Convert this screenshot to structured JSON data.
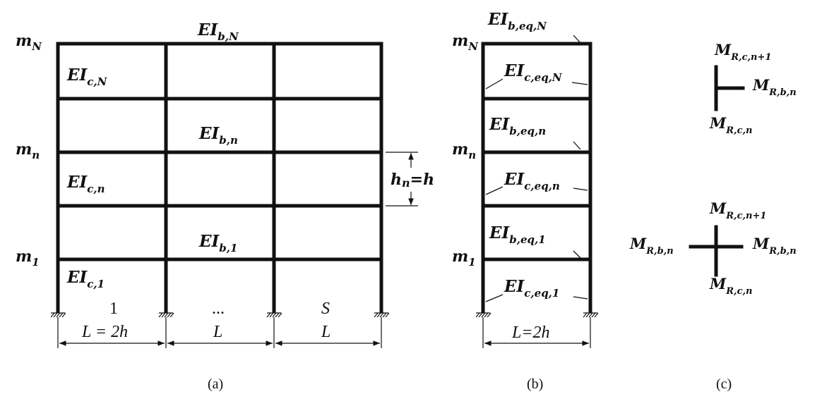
{
  "panel_a": {
    "masses": {
      "top": {
        "base": "m",
        "sub": "N"
      },
      "mid": {
        "base": "m",
        "sub": "n"
      },
      "bottom": {
        "base": "m",
        "sub": "1"
      }
    },
    "labels": {
      "beam_top": {
        "base": "EI",
        "sub": "b,N"
      },
      "col_top": {
        "base": "EI",
        "sub": "c,N"
      },
      "beam_mid": {
        "base": "EI",
        "sub": "b,n"
      },
      "col_mid": {
        "base": "EI",
        "sub": "c,n"
      },
      "beam_bottom": {
        "base": "EI",
        "sub": "b,1"
      },
      "col_bottom": {
        "base": "EI",
        "sub": "c,1"
      }
    },
    "storey_height": {
      "h": "h",
      "sub": "n",
      "rest": "=h"
    },
    "bays": [
      "1",
      "...",
      "S"
    ],
    "spans": [
      "L = 2h",
      "L",
      "L"
    ],
    "caption": "(a)"
  },
  "panel_b": {
    "masses": {
      "top": {
        "base": "m",
        "sub": "N"
      },
      "mid": {
        "base": "m",
        "sub": "n"
      },
      "bottom": {
        "base": "m",
        "sub": "1"
      }
    },
    "labels": {
      "beam_top": {
        "base": "EI",
        "sub": "b,eq,N"
      },
      "col_top": {
        "base": "EI",
        "sub": "c,eq,N"
      },
      "beam_mid": {
        "base": "EI",
        "sub": "b,eq,n"
      },
      "col_mid": {
        "base": "EI",
        "sub": "c,eq,n"
      },
      "beam_bottom": {
        "base": "EI",
        "sub": "b,eq,1"
      },
      "col_bottom": {
        "base": "EI",
        "sub": "c,eq,1"
      }
    },
    "span": "L=2h",
    "caption": "(b)"
  },
  "panel_c": {
    "t_joint": {
      "top": {
        "base": "M",
        "sub": "R,c,n+1"
      },
      "right": {
        "base": "M",
        "sub": "R,b,n"
      },
      "bottom": {
        "base": "M",
        "sub": "R,c,n"
      }
    },
    "cross_joint": {
      "top": {
        "base": "M",
        "sub": "R,c,n+1"
      },
      "left": {
        "base": "M",
        "sub": "R,b,n"
      },
      "right": {
        "base": "M",
        "sub": "R,b,n"
      },
      "bottom": {
        "base": "M",
        "sub": "R,c,n"
      }
    },
    "caption": "(c)"
  }
}
